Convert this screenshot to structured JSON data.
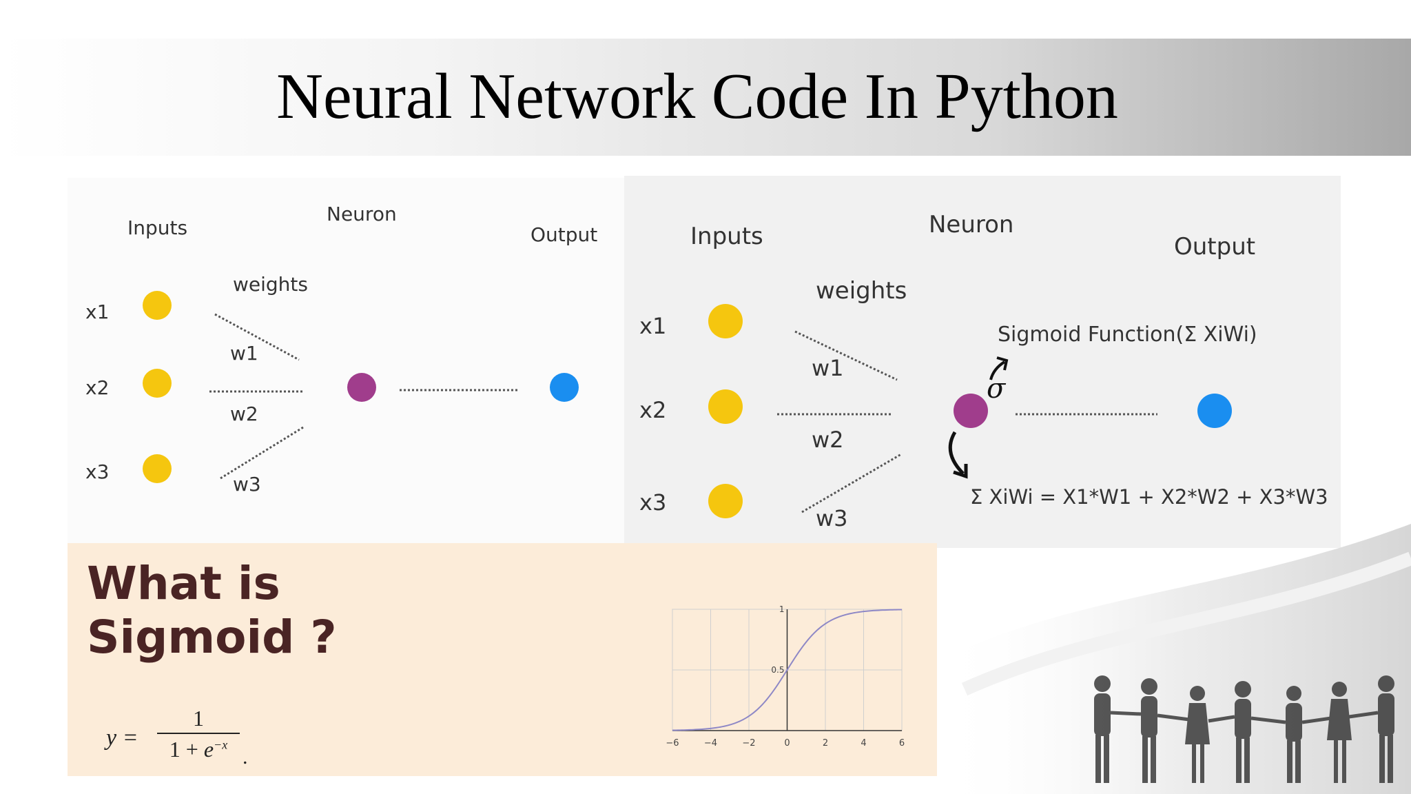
{
  "slide": {
    "title": "Neural Network Code In Python"
  },
  "diagram_left": {
    "inputs_label": "Inputs",
    "neuron_label": "Neuron",
    "output_label": "Output",
    "weights_label": "weights",
    "x_labels": [
      "x1",
      "x2",
      "x3"
    ],
    "w_labels": [
      "w1",
      "w2",
      "w3"
    ]
  },
  "diagram_right": {
    "inputs_label": "Inputs",
    "neuron_label": "Neuron",
    "output_label": "Output",
    "weights_label": "weights",
    "x_labels": [
      "x1",
      "x2",
      "x3"
    ],
    "w_labels": [
      "w1",
      "w2",
      "w3"
    ],
    "sigmoid_label": "Sigmoid Function(Σ XiWi)",
    "sigma_symbol": "σ",
    "sum_formula": "Σ XiWi = X1*W1 + X2*W2 + X3*W3"
  },
  "colors": {
    "input_node": "#f5c60f",
    "neuron_node": "#a03d8c",
    "output_node": "#1a8ef0",
    "sigmoid_box": "#fcecd9",
    "heading": "#4a2424"
  },
  "sigmoid_section": {
    "heading": "What is\nSigmoid ?",
    "formula_lhs": "y =",
    "formula_num": "1",
    "formula_den_base": "1 + ",
    "formula_den_e": "e",
    "formula_den_exp": "−x",
    "formula_dot": "."
  },
  "chart_data": {
    "type": "line",
    "series": [
      {
        "function": "1/(1+exp(-x))"
      }
    ],
    "xlim": [
      -6,
      6
    ],
    "ylim": [
      0,
      1
    ],
    "x_ticks": [
      "−6",
      "−4",
      "−2",
      "0",
      "2",
      "4",
      "6"
    ],
    "y_ticks": [
      "0.5",
      "1"
    ],
    "grid": true
  },
  "decoration": {
    "image": "people-holding-hands-silhouette"
  }
}
